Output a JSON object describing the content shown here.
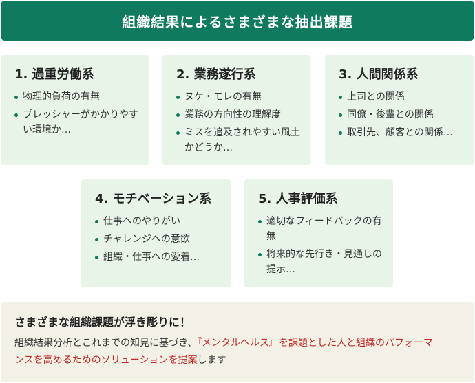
{
  "banner": {
    "title": "組織結果によるさまざまな抽出課題"
  },
  "categories": [
    {
      "title": "1. 過重労働系",
      "items": [
        "物理的負荷の有無",
        "プレッシャーがかかりやすい環境か…"
      ]
    },
    {
      "title": "2. 業務遂行系",
      "items": [
        "ヌケ・モレの有無",
        "業務の方向性の理解度",
        "ミスを追及されやすい風土かどうか…"
      ]
    },
    {
      "title": "3. 人間関係系",
      "items": [
        "上司との関係",
        "同僚・後輩との関係",
        "取引先、顧客との関係…"
      ]
    },
    {
      "title": "4. モチベーション系",
      "items": [
        "仕事へのやりがい",
        "チャレンジへの意欲",
        "組織・仕事への愛着…"
      ]
    },
    {
      "title": "5. 人事評価系",
      "items": [
        "適切なフィードバックの有無",
        "将来的な先行き・見通しの提示…"
      ]
    }
  ],
  "summary": {
    "heading": "さまざまな組織課題が浮き彫りに！",
    "body_prefix": "組織結果分析とこれまでの知見に基づき、",
    "body_accent": "『メンタルヘルス』を課題とした人と組織のパフォーマンスを高めるためのソリューションを提案",
    "body_suffix": "します"
  },
  "colors": {
    "banner_bg": "#0f7a5e",
    "card_bg": "#e8f4e8",
    "summary_bg": "#f3f1e6",
    "accent_text": "#c0282a"
  }
}
